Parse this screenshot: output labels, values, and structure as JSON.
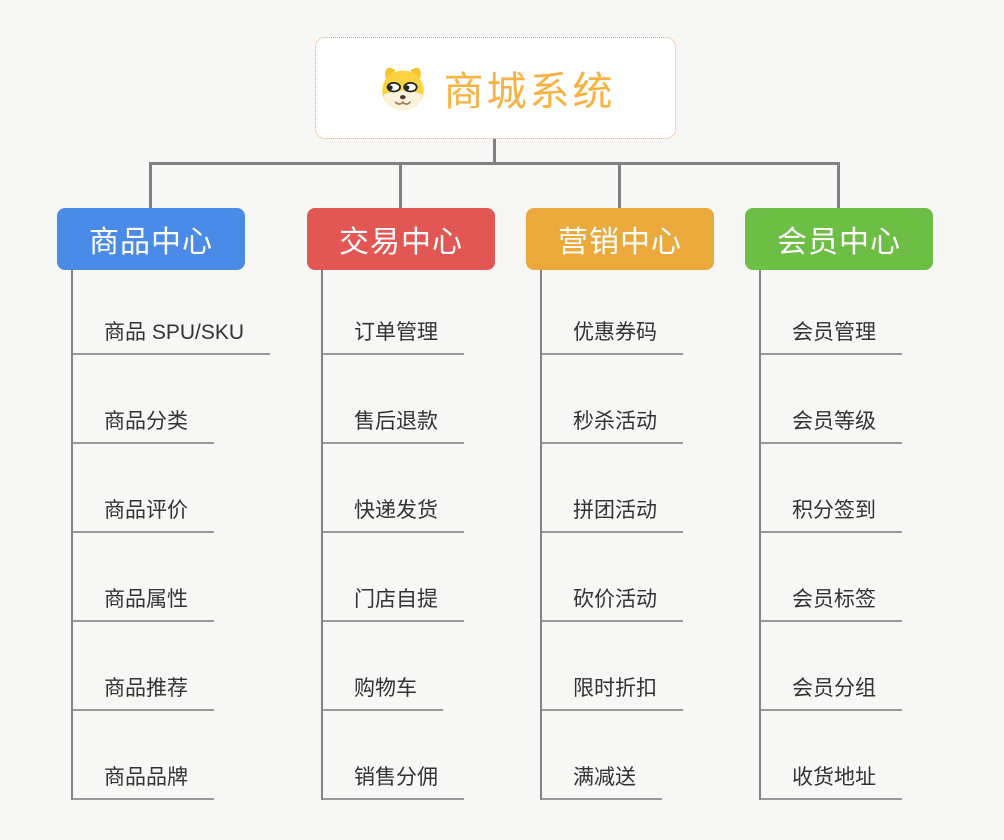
{
  "root": {
    "title": "商城系统",
    "icon": "shiba-dog-icon"
  },
  "branches": [
    {
      "label": "商品中心",
      "color": "#4A8BE8",
      "items": [
        "商品 SPU/SKU",
        "商品分类",
        "商品评价",
        "商品属性",
        "商品推荐",
        "商品品牌"
      ]
    },
    {
      "label": "交易中心",
      "color": "#E25653",
      "items": [
        "订单管理",
        "售后退款",
        "快递发货",
        "门店自提",
        "购物车",
        "销售分佣"
      ]
    },
    {
      "label": "营销中心",
      "color": "#EBA93B",
      "items": [
        "优惠券码",
        "秒杀活动",
        "拼团活动",
        "砍价活动",
        "限时折扣",
        "满减送"
      ]
    },
    {
      "label": "会员中心",
      "color": "#6DBE45",
      "items": [
        "会员管理",
        "会员等级",
        "积分签到",
        "会员标签",
        "会员分组",
        "收货地址"
      ]
    }
  ],
  "colors": {
    "background": "#F7F7F5",
    "connector": "#808080",
    "leaf_underline": "#999999",
    "leaf_text": "#333333",
    "root_text": "#F9B240",
    "root_border": "#F0A33F"
  }
}
